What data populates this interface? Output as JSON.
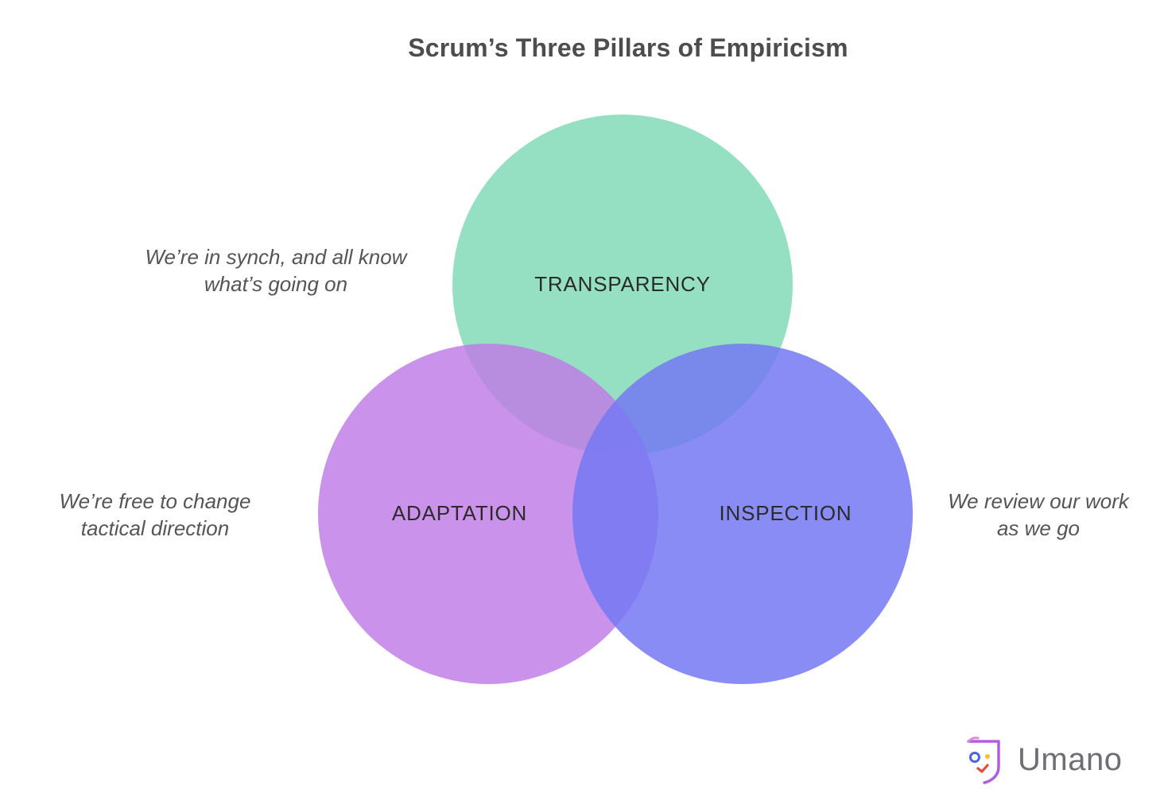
{
  "title": "Scrum’s Three Pillars of Empiricism",
  "pillars": [
    {
      "label": "TRANSPARENCY",
      "description": [
        "We’re in synch, and all know",
        "what’s going on"
      ],
      "color": "#7ed9b4"
    },
    {
      "label": "ADAPTATION",
      "description": [
        "We’re free to change",
        "tactical direction"
      ],
      "color": "#c07ae6"
    },
    {
      "label": "INSPECTION",
      "description": [
        "We review our work",
        "as we go"
      ],
      "color": "#7478f2"
    }
  ],
  "brand": {
    "name": "Umano",
    "logo_icon": "umano-logo-icon"
  }
}
